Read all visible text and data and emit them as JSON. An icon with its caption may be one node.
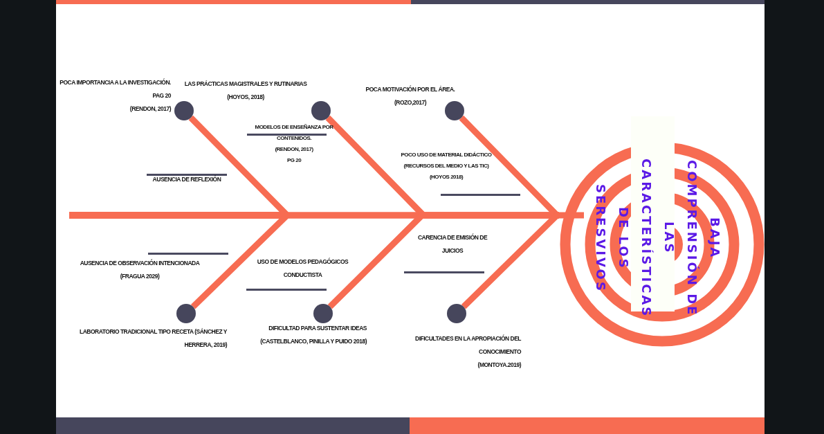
{
  "diagram": {
    "nodes": [
      {
        "text": [],
        "shape": "circle",
        "beside": [
          "POCA IMPORTANCIA A LA INVESTIGACIÓN.",
          "PAG 20",
          "(RENDON, 2017)"
        ]
      },
      {
        "text": [],
        "shape": "circle",
        "beside": [
          "LAS PRÁCTICAS MAGISTRALES Y RUTINARIAS",
          "(HOYOS, 2018)"
        ]
      },
      {
        "text": [],
        "shape": "circle",
        "beside": [
          "POCA MOTIVACIÓN POR EL ÁREA.",
          "(ROZO,2017)"
        ]
      },
      {
        "text": [],
        "shape": "circle",
        "beside": [
          "LABORATORIO TRADICIONAL TIPO RECETA (SÁNCHEZ Y HERRERA, 2019)"
        ]
      },
      {
        "text": [],
        "shape": "circle",
        "beside": [
          "DIFICULTAD PARA SUSTENTAR IDEAS",
          "(CASTELBLANCO, PINILLA Y PUIDO 2018)"
        ]
      },
      {
        "text": [],
        "shape": "circle",
        "beside": [
          "DIFICULTADES EN LA APROPIACIÓN DEL CONOCIMIENTO",
          "(MONTOYA.2019)"
        ]
      },
      {
        "text": [
          "BAJA COMPRENSIÓN DE LAS CARACTERÍSTICAS DE LOS SERESVIVOS"
        ]
      }
    ],
    "edges": [
      {
        "from": 0,
        "to": 6,
        "arrow": "none"
      },
      {
        "from": 1,
        "to": 6,
        "arrow": "none"
      },
      {
        "from": 2,
        "to": 6,
        "arrow": "none"
      },
      {
        "from": 3,
        "to": 6,
        "arrow": "none"
      },
      {
        "from": 4,
        "to": 6,
        "arrow": "none"
      },
      {
        "from": 5,
        "to": 6,
        "arrow": "none"
      }
    ],
    "labels": [
      "AUSENCIA DE REFLEXIÓN",
      "MODELOS DE ENSEÑANZA POR CONTENIDOS.",
      "(RENDON, 2017)",
      "PG 20",
      "POCO USO DE MATERIAL DIDÁCTICO",
      "(RECURSOS DEL MEDIO Y LAS TIC)",
      "(HOYOS 2018)",
      "AUSENCIA DE OBSERVACIÓN INTENCIONADA",
      "(FRAGUA 2029)",
      "USO DE MODELOS PEDAGÓGICOS CONDUCTISTA",
      "CARENCIA DE EMISIÓN DE JUICIOS"
    ]
  }
}
